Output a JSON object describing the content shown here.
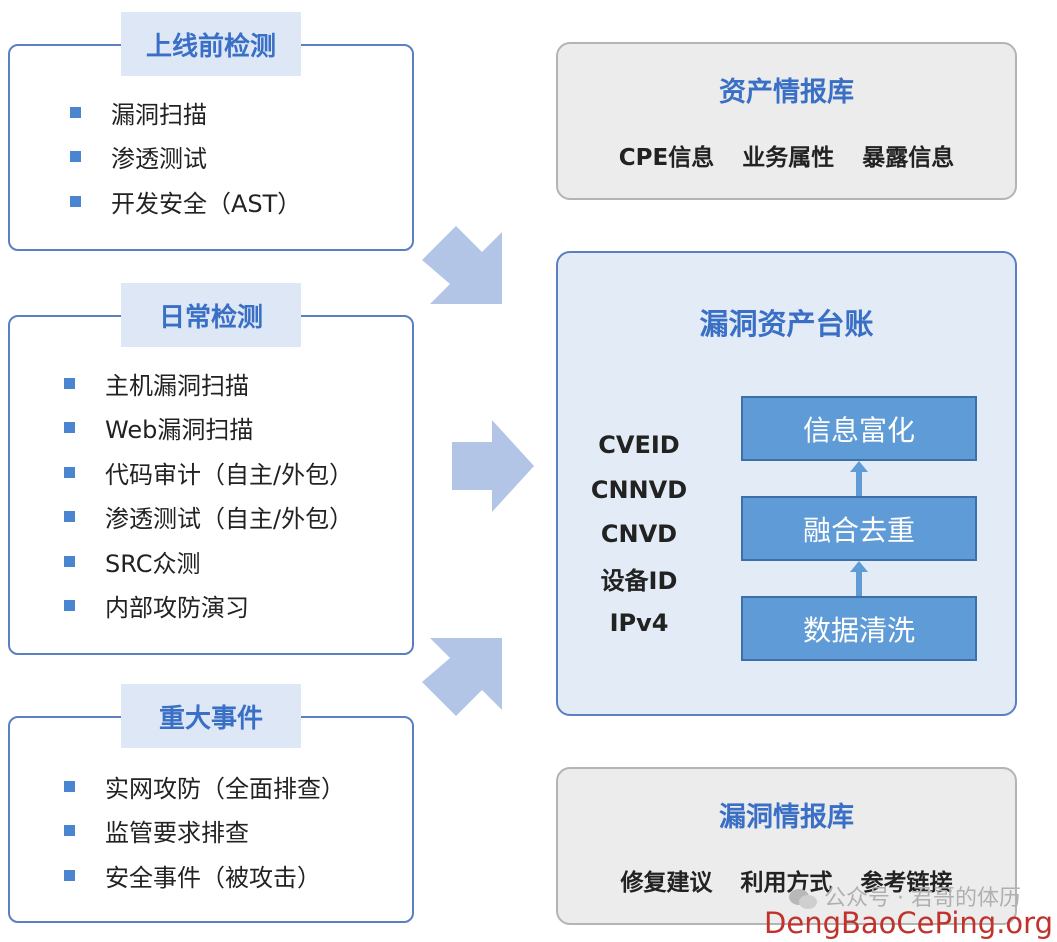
{
  "sources": [
    {
      "title": "上线前检测",
      "items": [
        "漏洞扫描",
        "渗透测试",
        "开发安全（AST）"
      ]
    },
    {
      "title": "日常检测",
      "items": [
        "主机漏洞扫描",
        "Web漏洞扫描",
        "代码审计（自主/外包）",
        "渗透测试（自主/外包）",
        "SRC众测",
        "内部攻防演习"
      ]
    },
    {
      "title": "重大事件",
      "items": [
        "实网攻防（全面排查）",
        "监管要求排查",
        "安全事件（被攻击）"
      ]
    }
  ],
  "asset_intel": {
    "title": "资产情报库",
    "fields": [
      "CPE信息",
      "业务属性",
      "暴露信息"
    ]
  },
  "ledger": {
    "title": "漏洞资产台账",
    "ids": [
      "CVEID",
      "CNNVD",
      "CNVD",
      "设备ID",
      "IPv4"
    ],
    "steps": [
      "信息富化",
      "融合去重",
      "数据清洗"
    ]
  },
  "vuln_intel": {
    "title": "漏洞情报库",
    "fields": [
      "修复建议",
      "利用方式",
      "参考链接"
    ]
  },
  "watermark": {
    "wechat": "公众号 · 君哥的体历",
    "site": "DengBaoCePing.org"
  },
  "colors": {
    "accent": "#3a6fc6",
    "step_fill": "#5f9bd6",
    "arrow": "#b3c5e6",
    "gray_box": "#ececec"
  }
}
